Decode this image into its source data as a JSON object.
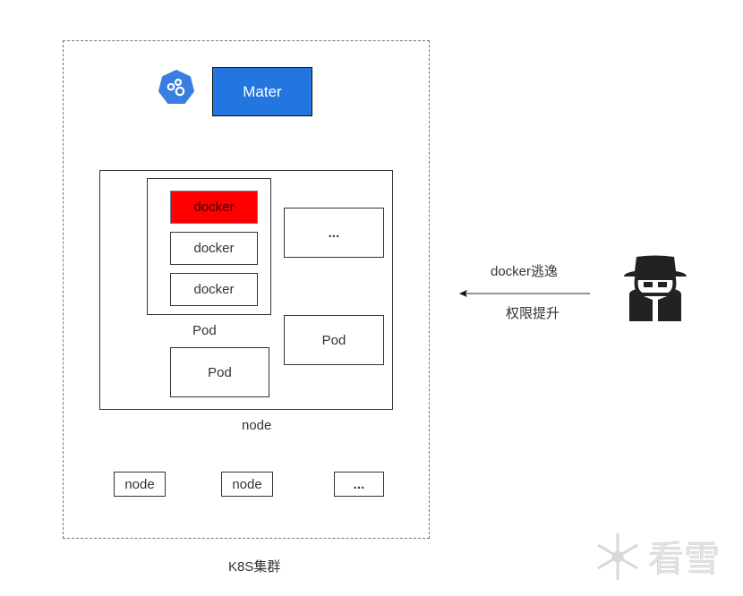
{
  "diagram": {
    "cluster": {
      "label": "K8S集群",
      "border_style": "dashed"
    },
    "master": {
      "label": "Mater",
      "color": "#2375e0",
      "icon": "kubernetes-icon"
    },
    "node": {
      "label": "node",
      "main_pod": {
        "label": "Pod",
        "containers": [
          {
            "label": "docker",
            "compromised": true,
            "color": "#ff0000"
          },
          {
            "label": "docker",
            "compromised": false
          },
          {
            "label": "docker",
            "compromised": false
          }
        ]
      },
      "other_pods": [
        {
          "label": "Pod"
        },
        {
          "label": "Pod"
        },
        {
          "label": "..."
        }
      ]
    },
    "other_nodes": [
      {
        "label": "node"
      },
      {
        "label": "node"
      },
      {
        "label": "..."
      }
    ],
    "attack": {
      "label_top": "docker逃逸",
      "label_bottom": "权限提升",
      "direction": "right-to-left",
      "actor_icon": "hacker-icon"
    },
    "watermark": {
      "text": "看雪",
      "icon": "snowflake-icon"
    }
  }
}
